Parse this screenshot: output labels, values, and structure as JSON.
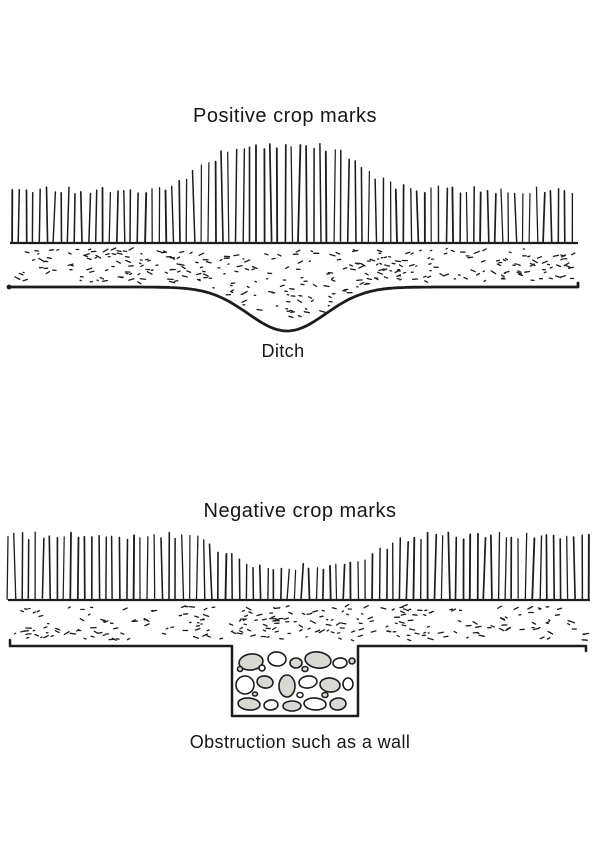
{
  "figure": {
    "ink_color": "#1c1c1c",
    "stone_fill": "#d9d8d2",
    "stone_fill_alt": "#ffffff",
    "positive": {
      "title": "Positive crop marks",
      "label": "Ditch"
    },
    "negative": {
      "title": "Negative crop marks",
      "label": "Obstruction such as a wall"
    }
  }
}
